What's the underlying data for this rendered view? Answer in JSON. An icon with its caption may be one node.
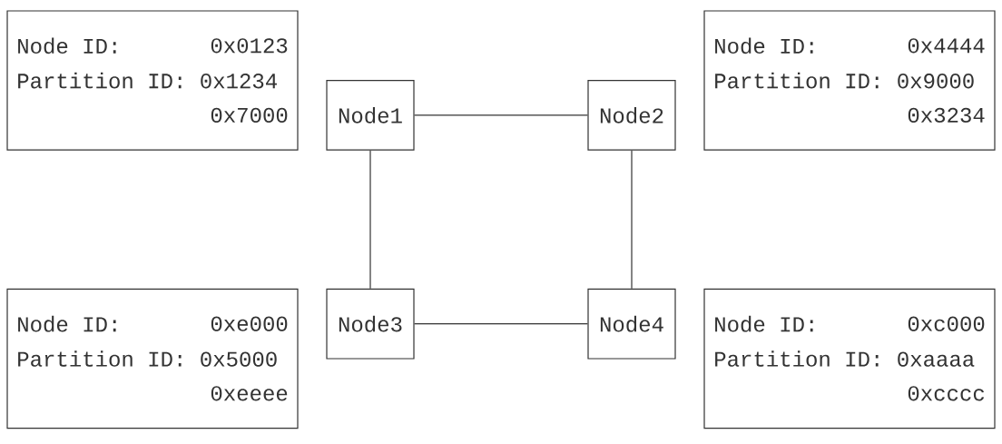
{
  "diagram": {
    "nodes": [
      {
        "text": [
          "Node ID:",
          "0x0123",
          "Partition ID: 0x1234",
          "0x7000"
        ]
      },
      {
        "text": [
          "Node1"
        ]
      },
      {
        "text": [
          "Node2"
        ]
      },
      {
        "text": [
          "Node ID:",
          "0x4444",
          "Partition ID: 0x9000",
          "0x3234"
        ]
      },
      {
        "text": [
          "Node ID:",
          "0xe000",
          "Partition ID: 0x5000",
          "0xeeee"
        ]
      },
      {
        "text": [
          "Node3"
        ]
      },
      {
        "text": [
          "Node4"
        ]
      },
      {
        "text": [
          "Node ID:",
          "0xc000",
          "Partition ID: 0xaaaa",
          "0xcccc"
        ]
      }
    ],
    "edges": [
      {
        "from": 1,
        "to": 2,
        "arrow": "none"
      },
      {
        "from": 1,
        "to": 5,
        "arrow": "none"
      },
      {
        "from": 2,
        "to": 6,
        "arrow": "none"
      },
      {
        "from": 5,
        "to": 6,
        "arrow": "none"
      }
    ]
  }
}
